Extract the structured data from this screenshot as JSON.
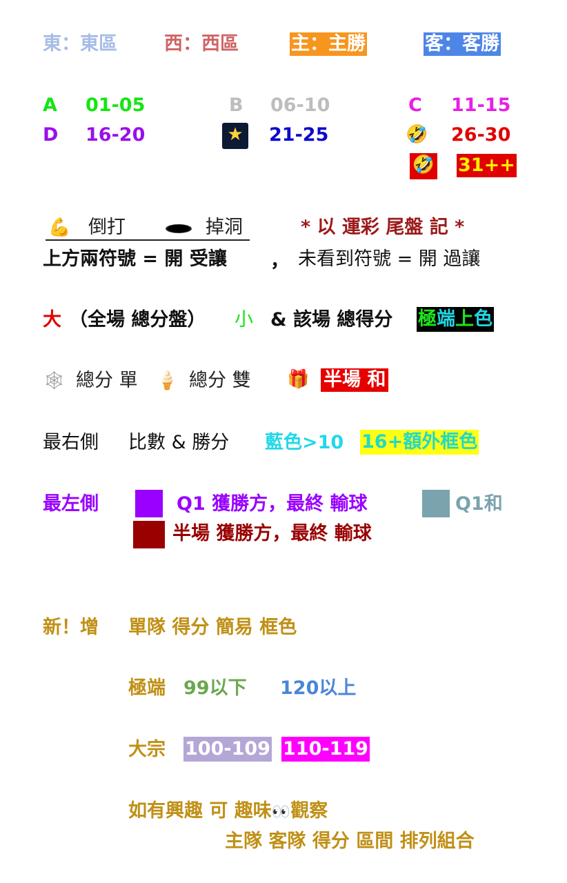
{
  "legend_region": {
    "east": "東：東區",
    "west": "西：西區",
    "home": "主：主勝",
    "away": "客：客勝",
    "colors": {
      "east": "#a6bde6",
      "west": "#d06464",
      "home_bg": "#f7961e",
      "away_bg": "#4d86e6"
    }
  },
  "ranges": [
    {
      "key": "A",
      "range": "01-05",
      "color": "#14e614"
    },
    {
      "key": "B",
      "range": "06-10",
      "color": "#bdbdbd"
    },
    {
      "key": "C",
      "range": "11-15",
      "color": "#e620e6"
    },
    {
      "key": "D",
      "range": "16-20",
      "color": "#9a10e8"
    },
    {
      "icon": "shooting-star-icon",
      "range": "21-25",
      "color": "#0a0acc"
    },
    {
      "icon": "rolling-laughing-icon",
      "range": "26-30",
      "color": "#e00000"
    },
    {
      "icon": "rolling-laughing-icon",
      "range": "31++",
      "color": "#ffee00"
    }
  ],
  "handicap": {
    "reverse": "倒打",
    "drop": "掉洞",
    "note": "* 以 運彩 尾盤 記 *",
    "line_bold": "上方兩符號 = 開 受讓",
    "comma": "，",
    "line_normal": "未看到符號 = 開 過讓"
  },
  "totals": {
    "big": "大",
    "middle": "（全場 總分盤）",
    "small": "小",
    "rest": "& 該場 總得分",
    "extreme": [
      "極",
      "端",
      "上",
      "色"
    ]
  },
  "odd_even": {
    "odd": "總分 單",
    "even": "總分 雙",
    "half_tie": "半場 和"
  },
  "right_side": {
    "label": "最右側",
    "desc": "比數 & 勝分",
    "blue": "藍色>10",
    "extra": "16+額外框色"
  },
  "left_side": {
    "label": "最左側",
    "q1": "Q1  獲勝方，最終 輸球",
    "q1_tie": "Q1和",
    "half": "半場 獲勝方，最終 輸球",
    "colors": {
      "q1": "#9900ff",
      "q1_tie": "#7aa3ad",
      "half": "#990000"
    }
  },
  "new_section": {
    "title": "新！增",
    "subtitle": "單隊 得分 簡易 框色",
    "extreme_label": "極端",
    "low": "99以下",
    "high": "120以上",
    "major_label": "大宗",
    "mid1": "100-109",
    "mid2": "110-119",
    "interest_a": "如有興趣 可 趣味",
    "interest_b": "觀察",
    "combo": "主隊 客隊 得分 區間 排列組合"
  }
}
